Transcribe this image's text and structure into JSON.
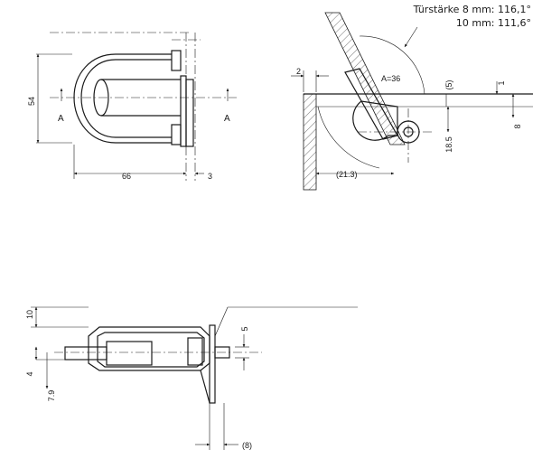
{
  "front_view": {
    "dim_height": "54",
    "dim_width": "66",
    "dim_gap": "3",
    "section_left": "A",
    "section_right": "A"
  },
  "side_view": {
    "header_line1": "Türstärke 8 mm: 116,1°",
    "header_line2": "10 mm: 111,6°",
    "dim_offset": "2",
    "label_a": "A=36",
    "dim_5": "(5)",
    "dim_1": "1",
    "dim_8": "8",
    "dim_185": "18.5",
    "dim_213": "(21.3)"
  },
  "bottom_view": {
    "dim_10": "10",
    "dim_5": "5",
    "dim_4": "4",
    "dim_79": "7.9",
    "dim_8": "(8)"
  }
}
